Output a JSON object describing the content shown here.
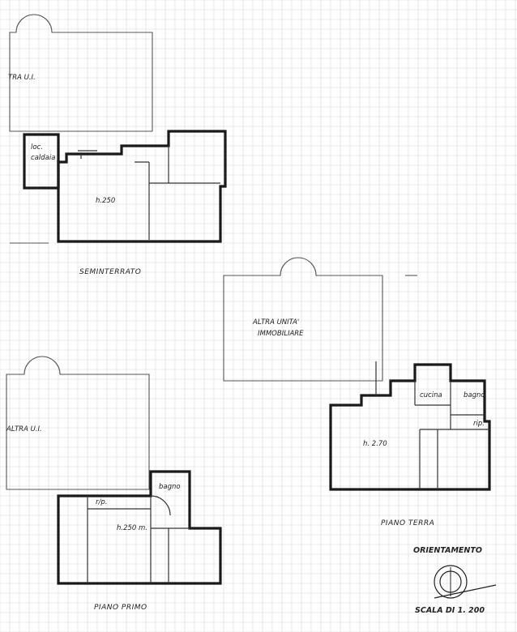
{
  "seminterrato": {
    "neighbour_label": "TRA  U.I.",
    "room_boiler_1": "loc.",
    "room_boiler_2": "caldaia",
    "height": "h.250",
    "title": "SEMINTERRATO"
  },
  "piano_terra": {
    "neighbour_label_1": "ALTRA  UNITA'",
    "neighbour_label_2": "IMMOBILIARE",
    "room_kitchen": "cucina",
    "room_bath": "bagno",
    "room_storage": "rip.",
    "height": "h. 2.70",
    "title": "PIANO  TERRA"
  },
  "piano_primo": {
    "neighbour_label": "ALTRA   U.I.",
    "room_bath": "bagno",
    "room_storage": "r/p.",
    "height": "h.250 m.",
    "title": "PIANO  PRIMO"
  },
  "legend": {
    "orientation": "ORIENTAMENTO",
    "scale": "SCALA DI 1. 200"
  }
}
